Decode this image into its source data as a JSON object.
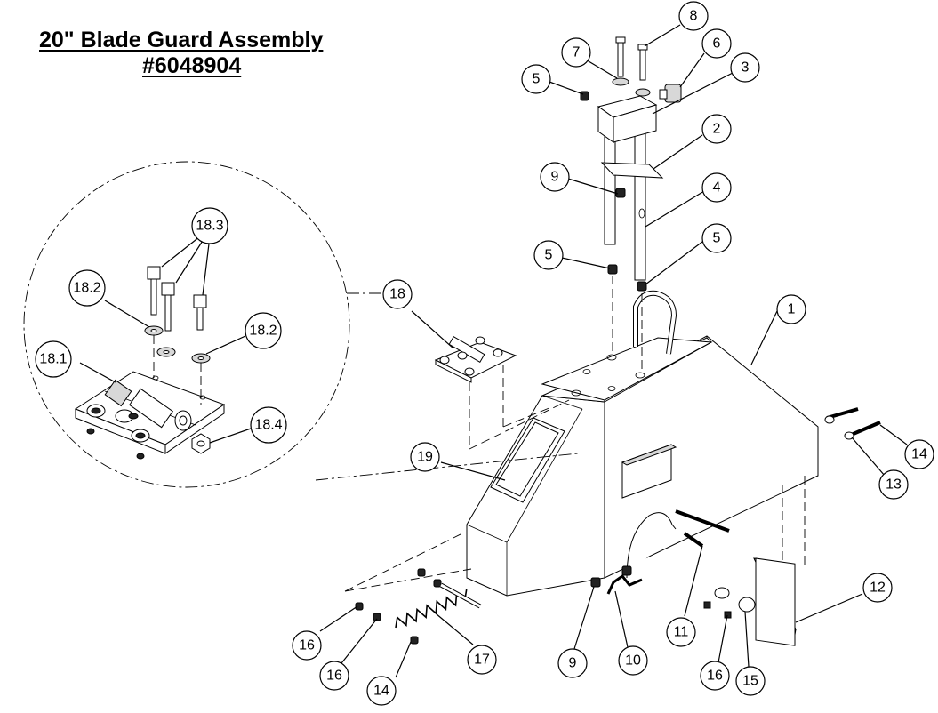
{
  "title": {
    "line1": "20\" Blade Guard Assembly",
    "line2": "#6048904"
  },
  "callouts": [
    {
      "label": "1"
    },
    {
      "label": "2"
    },
    {
      "label": "3"
    },
    {
      "label": "4"
    },
    {
      "label": "5"
    },
    {
      "label": "5"
    },
    {
      "label": "5"
    },
    {
      "label": "6"
    },
    {
      "label": "7"
    },
    {
      "label": "8"
    },
    {
      "label": "9"
    },
    {
      "label": "9"
    },
    {
      "label": "10"
    },
    {
      "label": "11"
    },
    {
      "label": "12"
    },
    {
      "label": "13"
    },
    {
      "label": "14"
    },
    {
      "label": "14"
    },
    {
      "label": "15"
    },
    {
      "label": "16"
    },
    {
      "label": "16"
    },
    {
      "label": "16"
    },
    {
      "label": "17"
    },
    {
      "label": "18"
    },
    {
      "label": "19"
    },
    {
      "label": "18.1"
    },
    {
      "label": "18.2"
    },
    {
      "label": "18.2"
    },
    {
      "label": "18.3"
    },
    {
      "label": "18.4"
    }
  ]
}
